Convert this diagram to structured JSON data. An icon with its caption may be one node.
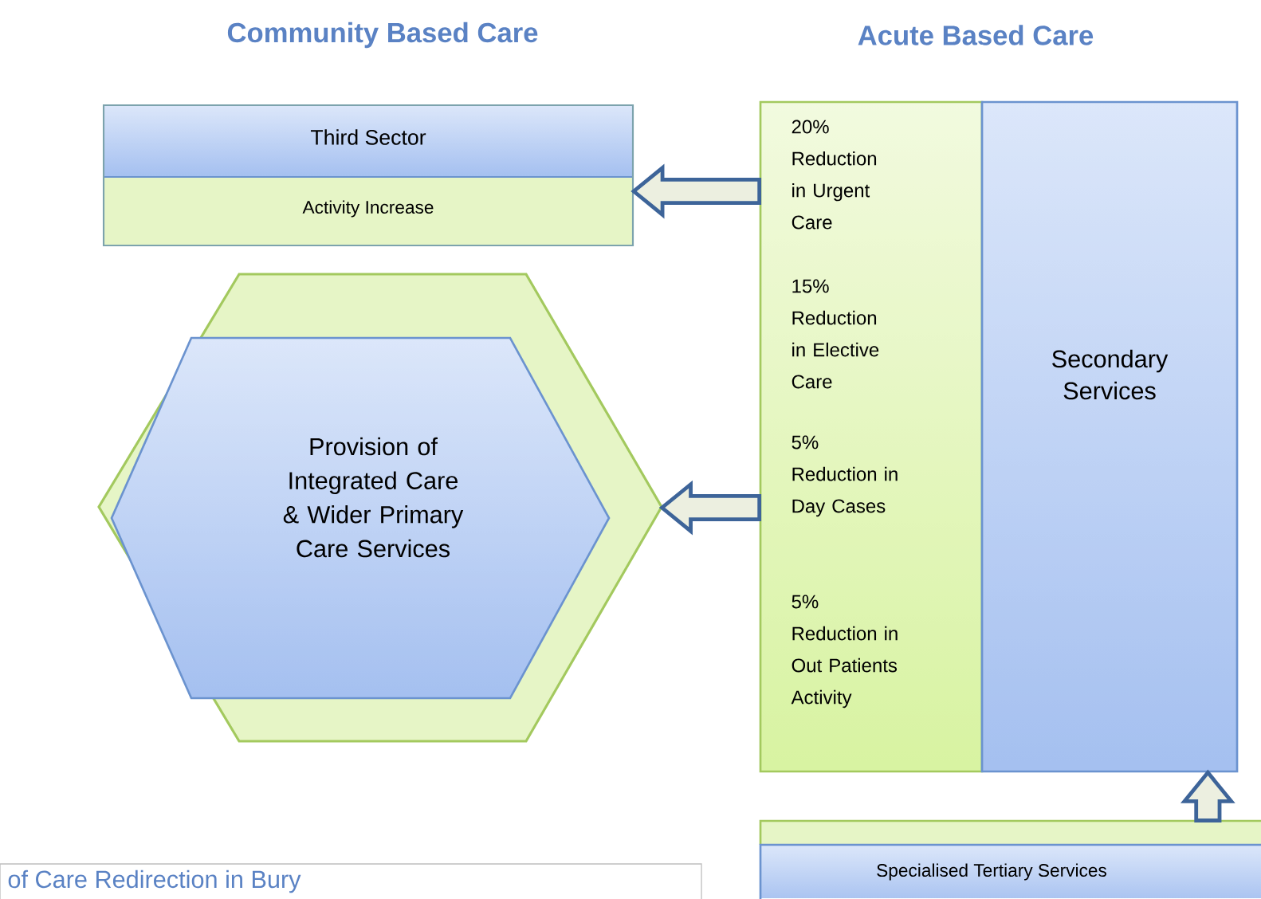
{
  "diagram": {
    "nodes": [
      {
        "text": [
          "Third Sector",
          "Activity Increase"
        ]
      },
      {
        "text": [],
        "shape": "hexagon"
      },
      {
        "text": [
          "Provision of Integrated Care & Wider Primary Care Services"
        ],
        "in": 1
      },
      {
        "text": [
          "20% Reduction in Urgent Care",
          "15% Reduction in Elective Care",
          "5% Reduction in Day Cases",
          "5% Reduction in Out Patients Activity"
        ]
      },
      {
        "text": [
          "Secondary Services"
        ]
      },
      {
        "text": [
          "Specialised Tertiary Services"
        ]
      }
    ],
    "edges": [
      {
        "from": 3,
        "to": 0,
        "arrow": "to"
      },
      {
        "from": 3,
        "to": 1,
        "arrow": "to"
      },
      {
        "from": 5,
        "to": 4,
        "arrow": "to"
      }
    ],
    "labels": [
      "Community Based Care",
      "Acute Based Care",
      "of Care Redirection in Bury"
    ]
  }
}
